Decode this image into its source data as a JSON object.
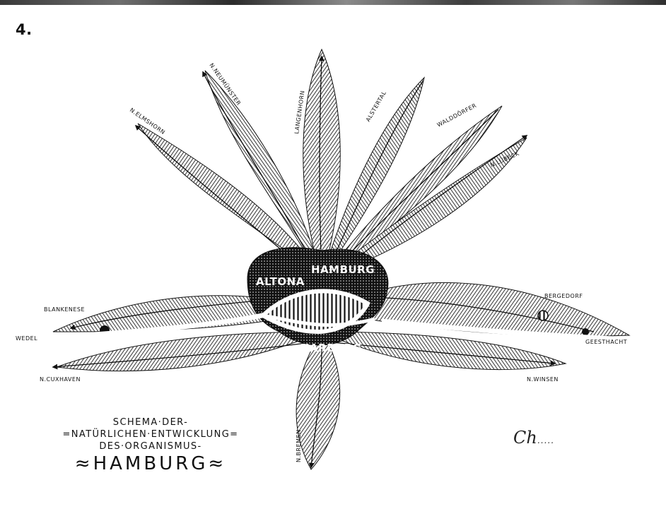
{
  "figure_number": "4.",
  "caption": {
    "line1": "SCHEMA·DER-",
    "line2": "=NATÜRLICHEN·ENTWICKLUNG=",
    "line3": "DES·ORGANISMUS-",
    "title": "≈HAMBURG≈"
  },
  "signature": {
    "mark": "Ch",
    "dots": "....."
  },
  "city_labels": {
    "hamburg": "HAMBURG",
    "altona": "ALTONA",
    "harburg": "HARBURG"
  },
  "route_labels": {
    "elmshorn": "N.ELMSHORN",
    "neumuenster": "N.NEUMÜNSTER",
    "langenhorn": "LANGENHORN",
    "alstertal": "ALSTERTAL",
    "walddoerfer": "WALDDÖRFER",
    "luebeck": "N.LÜBECK",
    "blankenese": "BLANKENESE",
    "wedel": "WEDEL",
    "bergedorf": "BERGEDORF",
    "geesthacht": "GEESTHACHT",
    "cuxhaven": "N.CUXHAVEN",
    "winsen": "N.WINSEN",
    "bremen": "N.BREMEN"
  },
  "colors": {
    "ink": "#111111",
    "paper": "#ffffff",
    "center": "#2a2a2a"
  }
}
